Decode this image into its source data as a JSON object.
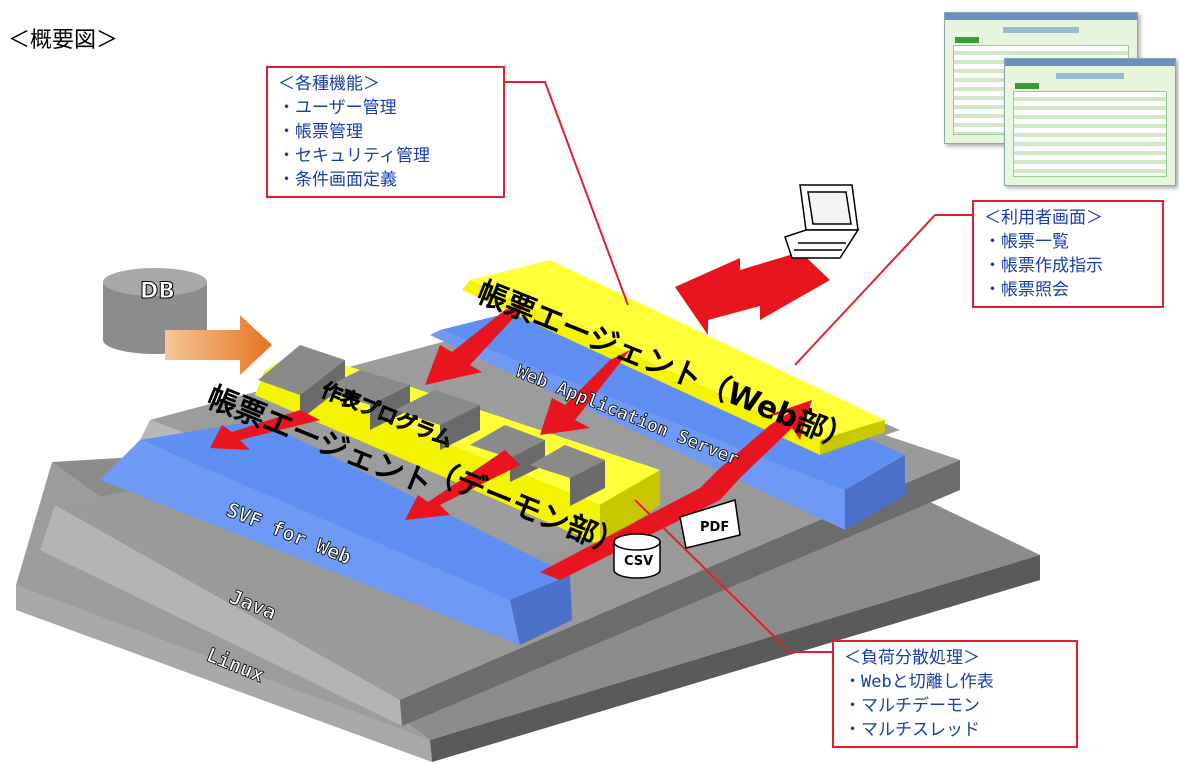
{
  "title": "＜概要図＞",
  "callouts": {
    "features": {
      "header": "＜各種機能＞",
      "items": [
        "ユーザー管理",
        "帳票管理",
        "セキュリティ管理",
        "条件画面定義"
      ]
    },
    "user_screen": {
      "header": "＜利用者画面＞",
      "items": [
        "帳票一覧",
        "帳票作成指示",
        "帳票照会"
      ]
    },
    "load": {
      "header": "＜負荷分散処理＞",
      "items": [
        "Webと切離し作表",
        "マルチデーモン",
        "マルチスレッド"
      ]
    }
  },
  "layers": {
    "linux": "Linux",
    "java": "Java",
    "svf": "SVF for Web",
    "was": "Web Application Server"
  },
  "components": {
    "agent_web": "帳票エージェント（Web部）",
    "agent_daemon_line1": "帳票エージェント",
    "agent_daemon_line2": "（デーモン部）",
    "sakuhyo": "作表プログラム",
    "db": "DB",
    "pdf": "PDF",
    "csv": "CSV"
  },
  "colors": {
    "callout_border": "#e0202a",
    "callout_text": "#1a3ea8",
    "arrow": "#e8141e",
    "yellow": "#ffff22",
    "blue": "#5b8def",
    "gray": "#8a8a8a"
  }
}
